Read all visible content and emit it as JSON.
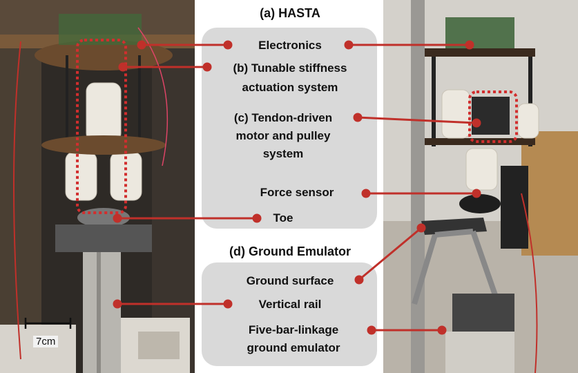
{
  "figure": {
    "title_a": "(a) HASTA",
    "title_d": "(d) Ground Emulator",
    "labels": {
      "electronics": "Electronics",
      "tunable_line1": "(b) Tunable stiffness",
      "tunable_line2": "actuation system",
      "tendon_line1": "(c) Tendon-driven",
      "tendon_line2": "motor and pulley",
      "tendon_line3": "system",
      "force_sensor": "Force sensor",
      "toe": "Toe",
      "ground_surface": "Ground surface",
      "vertical_rail": "Vertical rail",
      "five_bar_line1": "Five-bar-linkage",
      "five_bar_line2": "ground emulator"
    },
    "scale_bar": "7cm",
    "colors": {
      "leader_line": "#c0302a",
      "panel_fill": "#d9d9d9",
      "highlight_dashes": "#d22e2e"
    }
  }
}
